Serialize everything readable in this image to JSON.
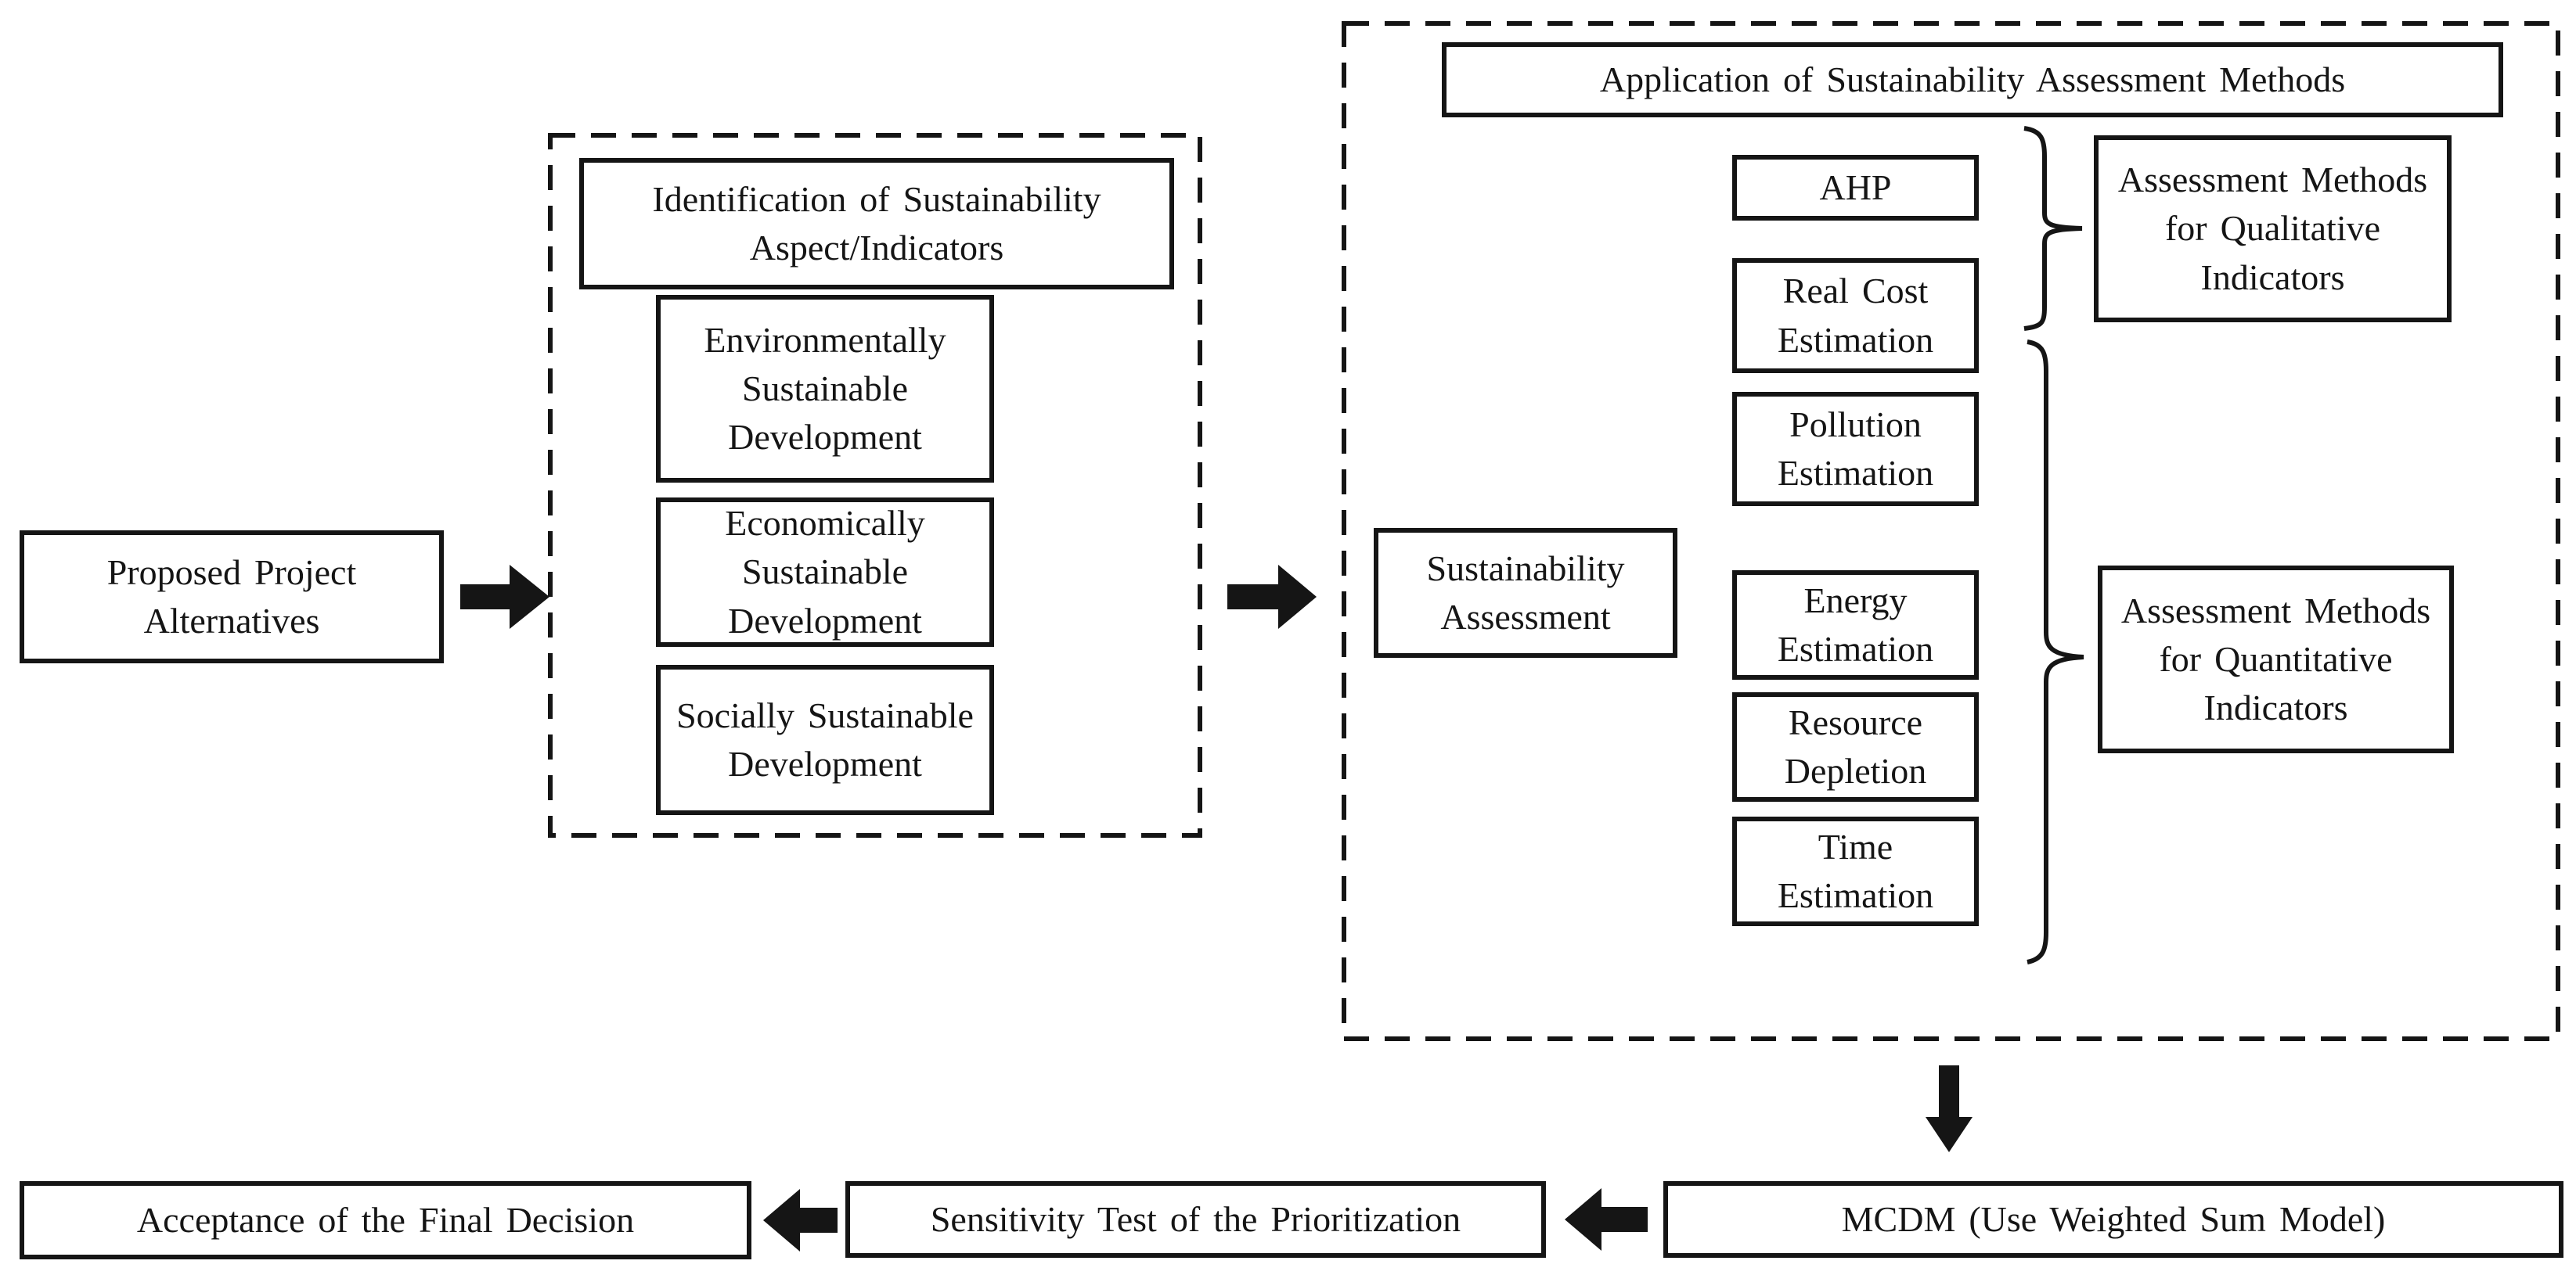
{
  "figure": {
    "background": "#ffffff",
    "line_color": "#151515",
    "nodes": {
      "proposed": {
        "label": "Proposed Project Alternatives"
      },
      "identification_title": {
        "label": "Identification of Sustainability Aspect/Indicators"
      },
      "aspects": [
        {
          "label": "Environmentally Sustainable Development"
        },
        {
          "label": "Economically Sustainable Development"
        },
        {
          "label": "Socially Sustainable Development"
        }
      ],
      "application_title": {
        "label": "Application of Sustainability Assessment Methods"
      },
      "sustainability_assessment": {
        "label": "Sustainability Assessment"
      },
      "methods": [
        {
          "label": "AHP"
        },
        {
          "label": "Real Cost Estimation"
        },
        {
          "label": "Pollution Estimation"
        },
        {
          "label": "Energy Estimation"
        },
        {
          "label": "Resource Depletion"
        },
        {
          "label": "Time Estimation"
        }
      ],
      "method_groups": [
        {
          "label": "Assessment Methods for Qualitative Indicators"
        },
        {
          "label": "Assessment Methods for Quantitative Indicators"
        }
      ],
      "mcdm": {
        "label": "MCDM (Use Weighted Sum Model)"
      },
      "sensitivity": {
        "label": "Sensitivity Test of the Prioritization"
      },
      "acceptance": {
        "label": "Acceptance of the Final Decision"
      }
    }
  }
}
